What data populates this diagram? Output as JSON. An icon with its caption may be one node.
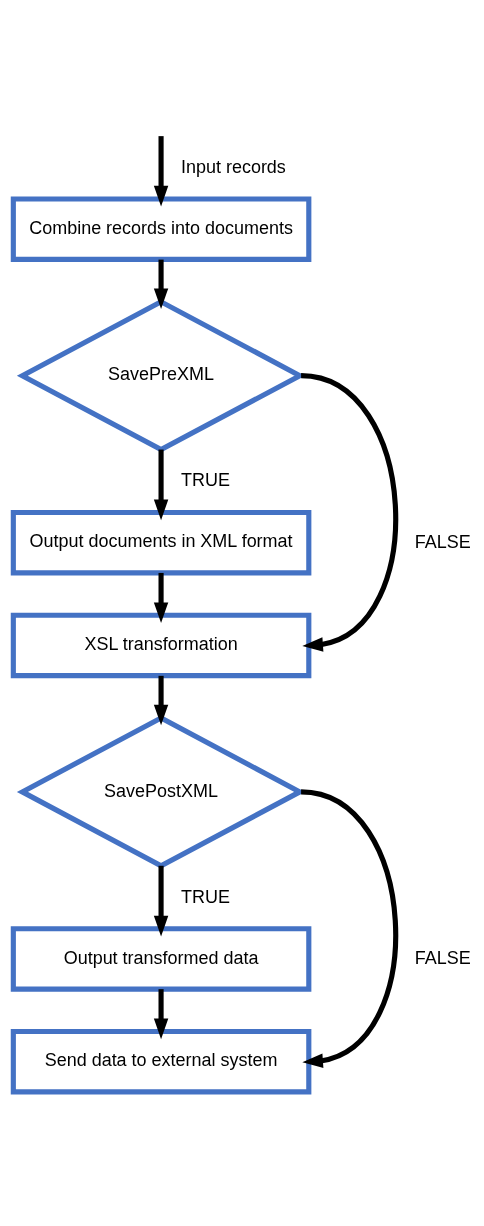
{
  "diagram": {
    "nodes": [
      {
        "text": [
          "Combine records into documents"
        ]
      },
      {
        "text": [
          "SavePreXML"
        ]
      },
      {
        "text": [
          "Output documents in XML format"
        ]
      },
      {
        "text": [
          "XSL transformation"
        ]
      },
      {
        "text": [
          "SavePostXML"
        ]
      },
      {
        "text": [
          "Output transformed data"
        ]
      },
      {
        "text": [
          "Send data to external system"
        ]
      }
    ],
    "edges": [
      {
        "from": null,
        "to": 0,
        "arrow": "to",
        "label": "Input records"
      },
      {
        "from": 0,
        "to": 1,
        "arrow": "to"
      },
      {
        "from": 1,
        "to": 2,
        "arrow": "to",
        "label": "TRUE"
      },
      {
        "from": 1,
        "to": 3,
        "arrow": "to",
        "label": "FALSE"
      },
      {
        "from": 2,
        "to": 3,
        "arrow": "to"
      },
      {
        "from": 3,
        "to": 4,
        "arrow": "to"
      },
      {
        "from": 4,
        "to": 5,
        "arrow": "to",
        "label": "TRUE"
      },
      {
        "from": 4,
        "to": 6,
        "arrow": "to",
        "label": "FALSE"
      },
      {
        "from": 5,
        "to": 6,
        "arrow": "to"
      }
    ]
  }
}
